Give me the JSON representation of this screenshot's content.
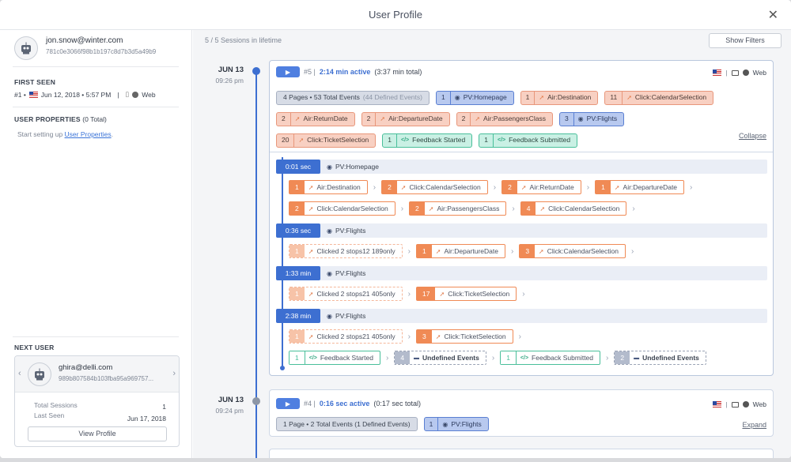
{
  "window": {
    "title": "User Profile",
    "close": "✕"
  },
  "user": {
    "email": "jon.snow@winter.com",
    "id": "781c0e3066f98b1b197c8d7b3d5a49b9"
  },
  "first_seen": {
    "label": "FIRST SEEN",
    "prefix": "#1 •",
    "datetime": "Jun 12, 2018 • 5:57 PM",
    "divider": "|",
    "platform": "Web"
  },
  "user_properties": {
    "label": "USER PROPERTIES",
    "count": "(0 Total)",
    "text_before": "Start setting up ",
    "link": "User Properties",
    "text_after": "."
  },
  "next_user": {
    "label": "NEXT USER",
    "email": "ghira@delli.com",
    "id": "989b807584b103fba95a969757...",
    "total_sessions_label": "Total Sessions",
    "total_sessions": "1",
    "last_seen_label": "Last Seen",
    "last_seen": "Jun 17, 2018",
    "button": "View Profile"
  },
  "main": {
    "sessions_summary": "5 / 5  Sessions in lifetime",
    "show_filters": "Show Filters"
  },
  "sessions": [
    {
      "date": "JUN 13",
      "time": "09:26 pm",
      "num": "#5 |",
      "active": "2:14 min active",
      "total": "(3:37 min total)",
      "platform": "Web",
      "toggle": "Collapse",
      "summary_chips": [
        {
          "kind": "summary",
          "a": "4 Pages • 53 Total Events",
          "b": "(44 Defined Events)"
        },
        {
          "kind": "bl",
          "n": "1",
          "t": "PV:Homepage",
          "icon": "eye"
        },
        {
          "kind": "or",
          "n": "1",
          "t": "Air:Destination"
        },
        {
          "kind": "or",
          "n": "11",
          "t": "Click:CalendarSelection"
        },
        {
          "kind": "or",
          "n": "2",
          "t": "Air:ReturnDate"
        },
        {
          "kind": "or",
          "n": "2",
          "t": "Air:DepartureDate"
        },
        {
          "kind": "or",
          "n": "2",
          "t": "Air:PassengersClass"
        },
        {
          "kind": "bl",
          "n": "3",
          "t": "PV:Flights",
          "icon": "eye"
        },
        {
          "kind": "or",
          "n": "20",
          "t": "Click:TicketSelection"
        },
        {
          "kind": "gr",
          "n": "1",
          "t": "Feedback Started"
        },
        {
          "kind": "gr",
          "n": "1",
          "t": "Feedback Submitted"
        }
      ],
      "pageviews": [
        {
          "time": "0:01 sec",
          "page": "PV:Homepage",
          "rows": [
            [
              {
                "k": "or",
                "n": "1",
                "t": "Air:Destination"
              },
              {
                "k": "or",
                "n": "2",
                "t": "Click:CalendarSelection"
              },
              {
                "k": "or",
                "n": "2",
                "t": "Air:ReturnDate"
              },
              {
                "k": "or",
                "n": "1",
                "t": "Air:DepartureDate"
              }
            ],
            [
              {
                "k": "or",
                "n": "2",
                "t": "Click:CalendarSelection"
              },
              {
                "k": "or",
                "n": "2",
                "t": "Air:PassengersClass"
              },
              {
                "k": "or",
                "n": "4",
                "t": "Click:CalendarSelection"
              }
            ]
          ]
        },
        {
          "time": "0:36 sec",
          "page": "PV:Flights",
          "rows": [
            [
              {
                "k": "orl",
                "n": "1",
                "t": "Clicked 2 stops12 189only"
              },
              {
                "k": "or",
                "n": "1",
                "t": "Air:DepartureDate"
              },
              {
                "k": "or",
                "n": "3",
                "t": "Click:CalendarSelection"
              }
            ]
          ]
        },
        {
          "time": "1:33 min",
          "page": "PV:Flights",
          "rows": [
            [
              {
                "k": "orl",
                "n": "1",
                "t": "Clicked 2 stops21 405only"
              },
              {
                "k": "or",
                "n": "17",
                "t": "Click:TicketSelection"
              }
            ]
          ]
        },
        {
          "time": "2:38 min",
          "page": "PV:Flights",
          "rows": [
            [
              {
                "k": "orl",
                "n": "1",
                "t": "Clicked 2 stops21 405only"
              },
              {
                "k": "or",
                "n": "3",
                "t": "Click:TicketSelection"
              }
            ],
            [
              {
                "k": "gr",
                "n": "1",
                "t": "Feedback Started"
              },
              {
                "k": "gy",
                "n": "4",
                "t": "Undefined Events"
              },
              {
                "k": "gr",
                "n": "1",
                "t": "Feedback Submitted"
              },
              {
                "k": "gy",
                "n": "2",
                "t": "Undefined Events"
              }
            ]
          ]
        }
      ]
    },
    {
      "date": "JUN 13",
      "time": "09:24 pm",
      "num": "#4 |",
      "active": "0:16 sec active",
      "total": "(0:17 sec total)",
      "platform": "Web",
      "toggle": "Expand",
      "summary_chips": [
        {
          "kind": "summary",
          "a": "1 Page • 2 Total Events (1 Defined Events)",
          "b": ""
        },
        {
          "kind": "bl",
          "n": "1",
          "t": "PV:Flights",
          "icon": "eye"
        }
      ]
    }
  ],
  "colors": {
    "accent": "#3d6fd1",
    "orange": "#f08a55",
    "green": "#49bf9a"
  },
  "icons": {
    "close": "close-icon",
    "robot": "robot-avatar-icon",
    "flag": "us-flag-icon",
    "monitor": "desktop-icon",
    "chrome": "chrome-icon",
    "play": "play-icon",
    "eye": "eye-icon",
    "cursor": "cursor-icon",
    "code": "code-icon",
    "chevron": "chevron-right-icon"
  }
}
